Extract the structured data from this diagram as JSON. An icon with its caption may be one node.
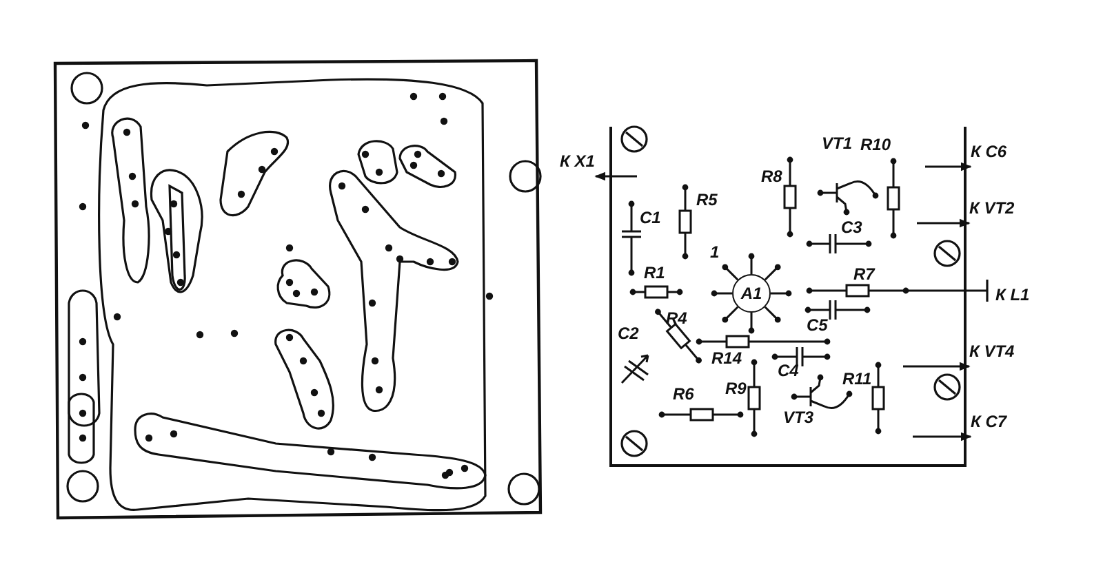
{
  "diagram": {
    "nodes": [
      {
        "text": [
          "К X1"
        ]
      },
      {
        "text": [
          "К C6"
        ]
      },
      {
        "text": [
          "К VT2"
        ]
      },
      {
        "text": [
          "A1"
        ]
      },
      {
        "text": [
          "К L1"
        ]
      },
      {
        "text": [
          "К VT4"
        ]
      },
      {
        "text": [
          "К C7"
        ]
      }
    ],
    "edges": [
      {
        "from": null,
        "to": 0,
        "arrow": "to"
      },
      {
        "from": null,
        "to": 1,
        "arrow": "to"
      },
      {
        "from": null,
        "to": 2,
        "arrow": "to"
      },
      {
        "from": null,
        "to": 4,
        "arrow": "other"
      },
      {
        "from": null,
        "to": 5,
        "arrow": "to"
      },
      {
        "from": null,
        "to": 6,
        "arrow": "to"
      }
    ],
    "labels": [
      "R10",
      "VT1",
      "R8",
      "R5",
      "C1",
      "C3",
      "1",
      "R7",
      "R1",
      "R4",
      "C5",
      "C2",
      "R14",
      "C4",
      "R9",
      "R11",
      "R6",
      "VT3"
    ]
  }
}
